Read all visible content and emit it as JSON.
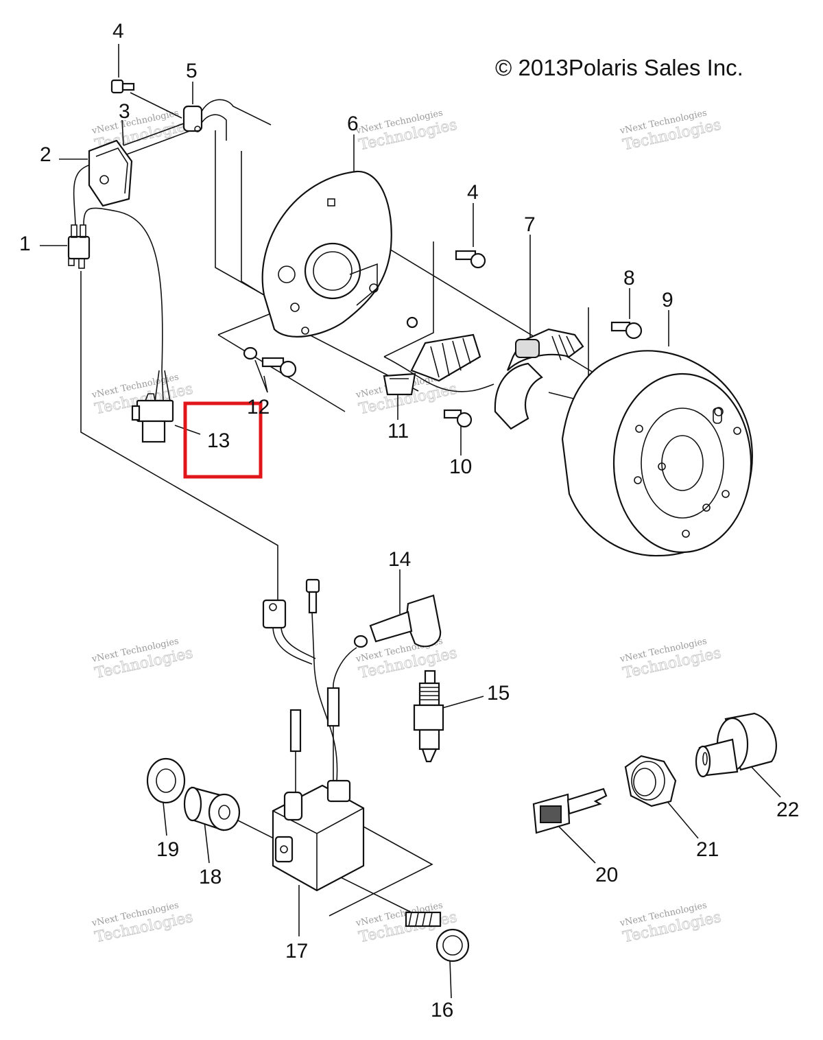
{
  "copyright": "© 2013Polaris Sales Inc.",
  "watermark": {
    "line1": "vNext Technologies",
    "line2": "Technologies"
  },
  "callouts": [
    "1",
    "2",
    "3",
    "4",
    "4",
    "5",
    "6",
    "7",
    "8",
    "9",
    "10",
    "11",
    "12",
    "13",
    "14",
    "15",
    "16",
    "17",
    "18",
    "19",
    "20",
    "21",
    "22"
  ],
  "highlight": {
    "part": "13",
    "color": "#e0161b"
  },
  "colors": {
    "line": "#111111",
    "background": "#ffffff"
  }
}
